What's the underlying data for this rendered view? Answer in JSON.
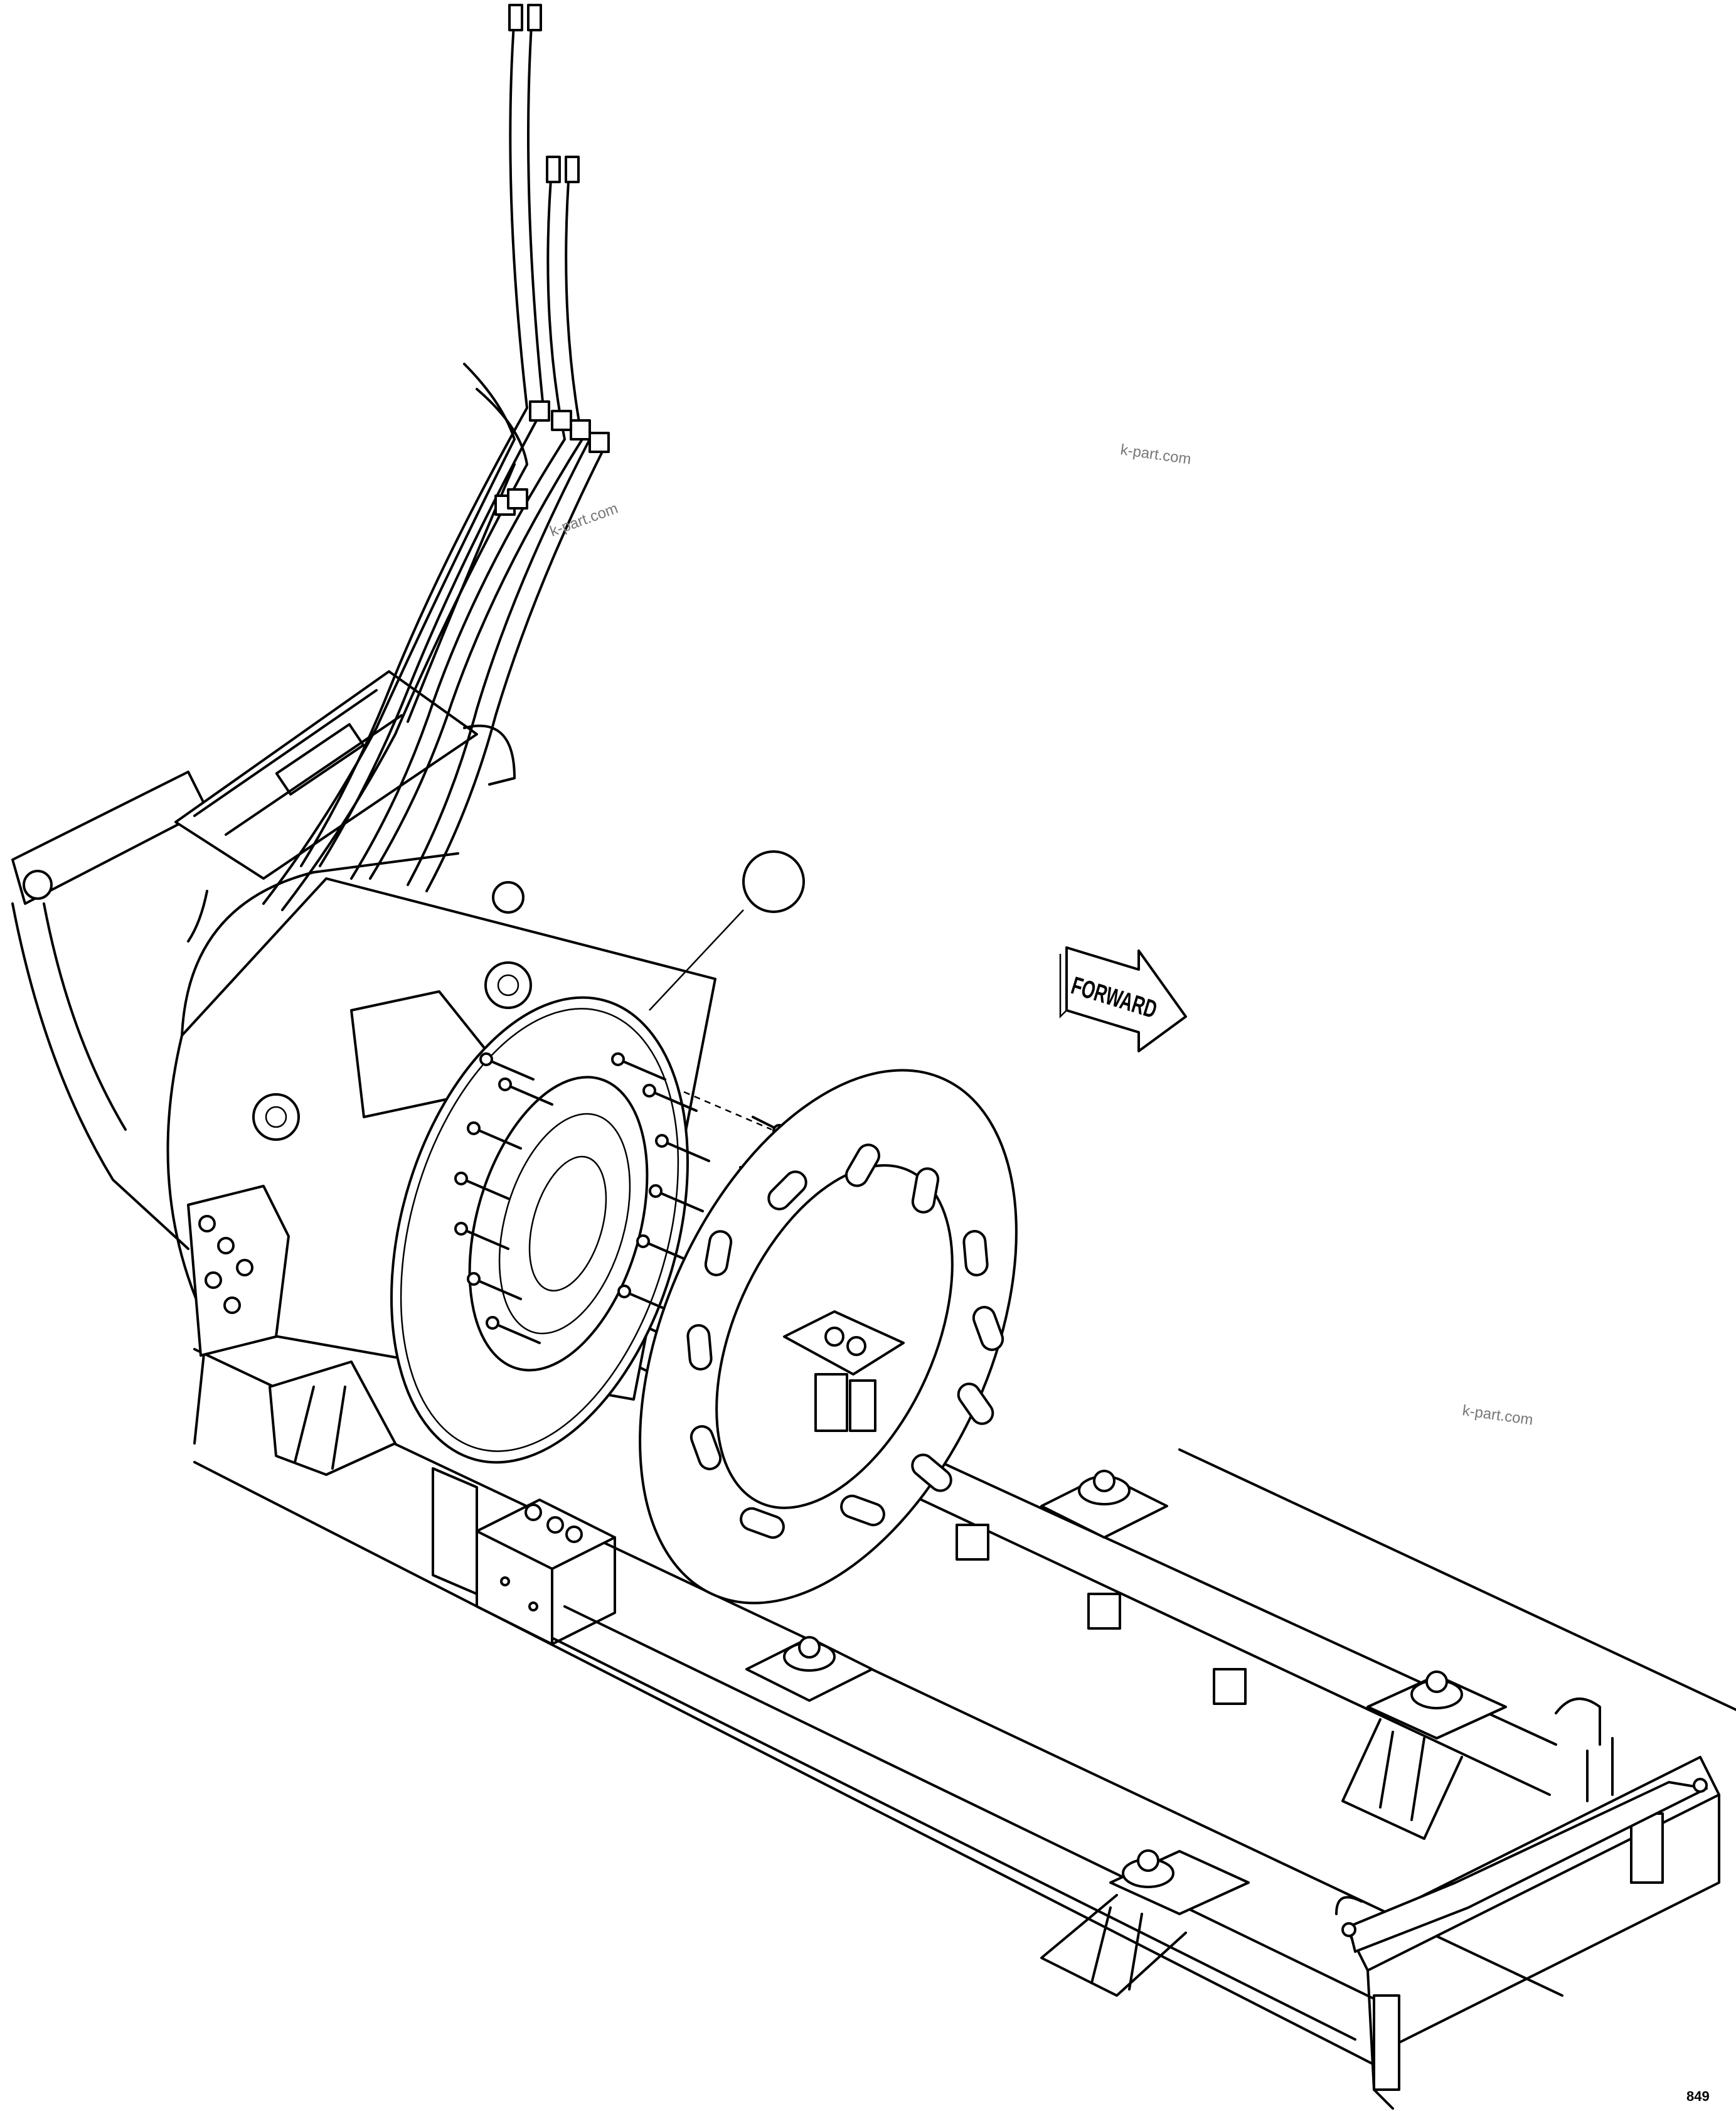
{
  "drawing": {
    "direction_label": "FORWARD",
    "watermarks": [
      "k-part.com",
      "k-part.com",
      "k-part.com"
    ],
    "corner_code": "849",
    "callout_number": ""
  }
}
